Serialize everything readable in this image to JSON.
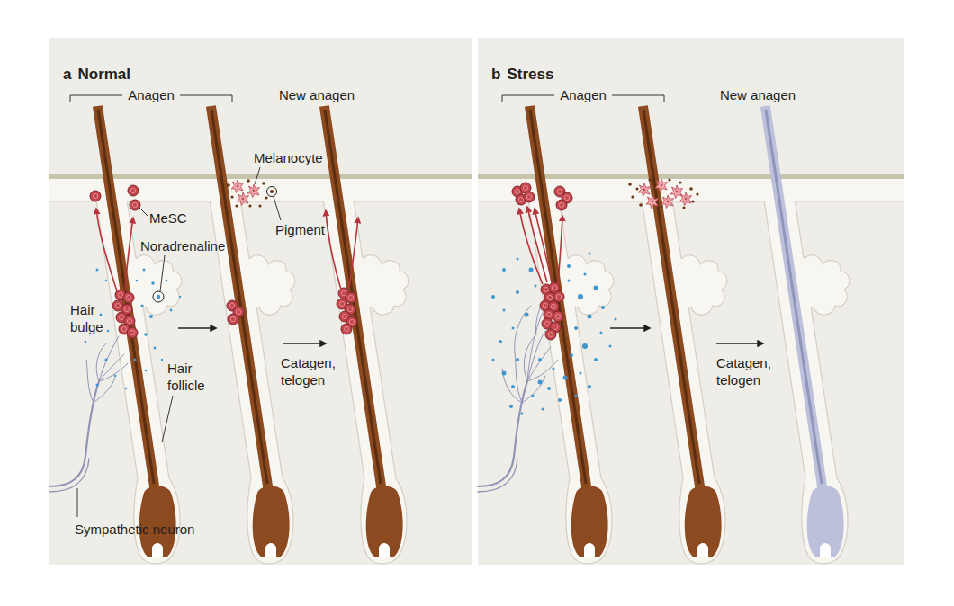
{
  "diagram": {
    "nodes": [
      {
        "text": [
          "a",
          "Normal"
        ]
      },
      {
        "text": [
          "b",
          "Stress"
        ]
      }
    ],
    "labels": [
      "Anagen",
      "New anagen",
      "Melanocyte",
      "MeSC",
      "Pigment",
      "Noradrenaline",
      "Hair bulge",
      "Catagen, telogen",
      "Hair follicle",
      "Sympathetic neuron",
      "Anagen",
      "New anagen",
      "Catagen, telogen"
    ]
  }
}
